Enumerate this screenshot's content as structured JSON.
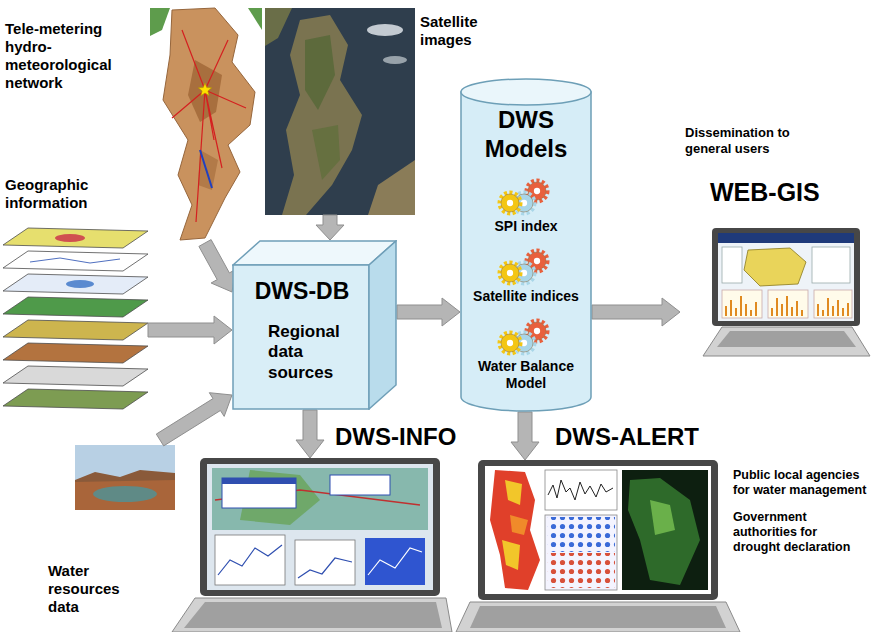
{
  "diagram": {
    "nodes": [
      {
        "text": [
          "Tele-metering hydro-meteorological network"
        ]
      },
      {
        "text": [
          "Satellite images"
        ]
      },
      {
        "text": [
          "Geographic information"
        ]
      },
      {
        "text": [
          "DWS-DB",
          "Regional data sources"
        ]
      },
      {
        "text": [
          "DWS Models"
        ]
      },
      {
        "text": [
          "SPI index"
        ],
        "in": 4
      },
      {
        "text": [
          "Satellite indices"
        ],
        "in": 4
      },
      {
        "text": [
          "Water Balance Model"
        ],
        "in": 4
      },
      {
        "text": [
          "Dissemination to general users",
          "WEB-GIS"
        ]
      },
      {
        "text": [
          "Water resources data"
        ]
      },
      {
        "text": [
          "DWS-INFO"
        ]
      },
      {
        "text": [
          "DWS-ALERT",
          "Public local agencies for water management",
          "Government authorities for drought declaration"
        ]
      }
    ],
    "edges": [
      {
        "from": 0,
        "to": 3,
        "arrow": "to"
      },
      {
        "from": 1,
        "to": 3,
        "arrow": "to"
      },
      {
        "from": 2,
        "to": 3,
        "arrow": "to"
      },
      {
        "from": 9,
        "to": 3,
        "arrow": "to"
      },
      {
        "from": 3,
        "to": 4,
        "arrow": "to"
      },
      {
        "from": 4,
        "to": 8,
        "arrow": "to"
      },
      {
        "from": 3,
        "to": 10,
        "arrow": "to"
      },
      {
        "from": 4,
        "to": 11,
        "arrow": "to"
      }
    ]
  }
}
